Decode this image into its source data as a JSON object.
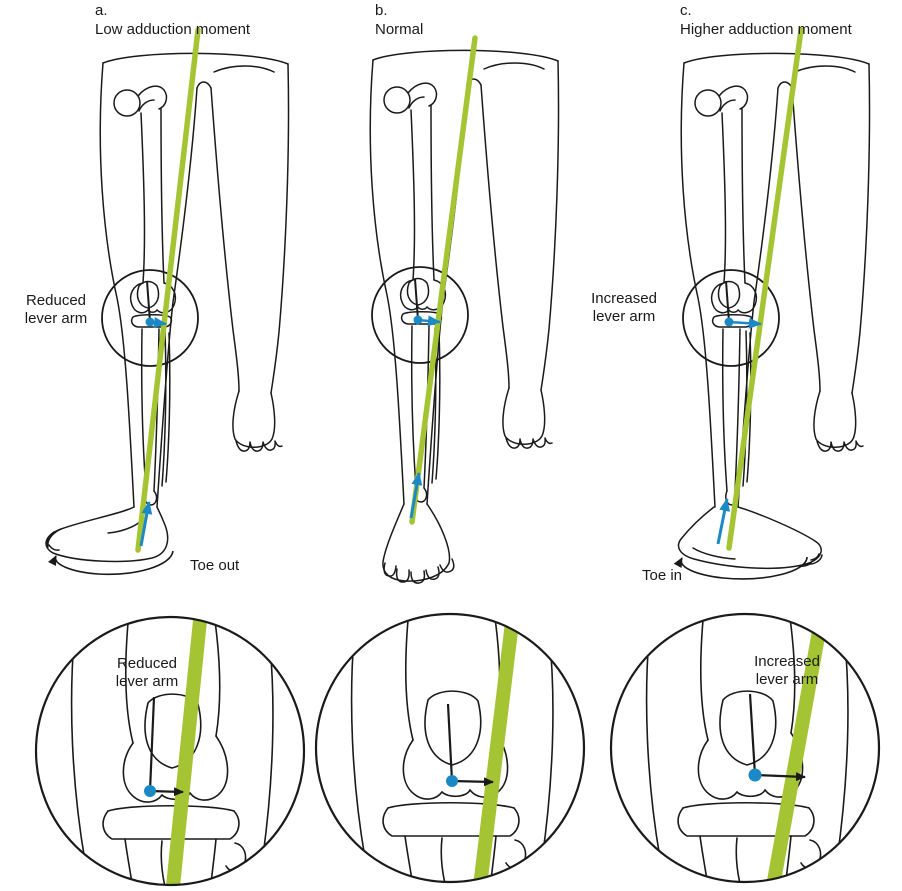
{
  "panels": [
    {
      "letter": "a.",
      "title": "Low adduction moment",
      "lever_label": "Reduced lever arm",
      "toe_label": "Toe out"
    },
    {
      "letter": "b.",
      "title": "Normal"
    },
    {
      "letter": "c.",
      "title": "Higher adduction moment",
      "lever_label": "Increased lever arm",
      "toe_label": "Toe in"
    }
  ],
  "zooms": [
    {
      "label": "Reduced lever arm"
    },
    {},
    {
      "label": "Increased lever arm"
    }
  ],
  "colors": {
    "force_line_green": "#a4c433",
    "marker_blue": "#1b89c6",
    "ink": "#1a1a1a"
  }
}
